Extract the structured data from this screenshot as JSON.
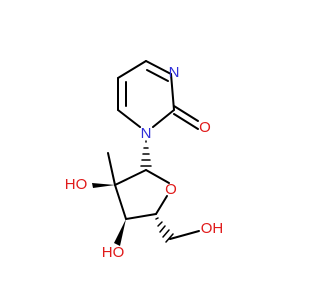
{
  "molecule": {
    "atoms": {
      "n1": "N",
      "n3": "N",
      "o_carbonyl": "O",
      "o_ring": "O",
      "oh_c2": "HO",
      "oh_c3": "HO",
      "oh_c5": "OH"
    },
    "colors": {
      "nitrogen": "#2f2fd8",
      "oxygen": "#e01b1b",
      "bond": "#000000"
    }
  }
}
